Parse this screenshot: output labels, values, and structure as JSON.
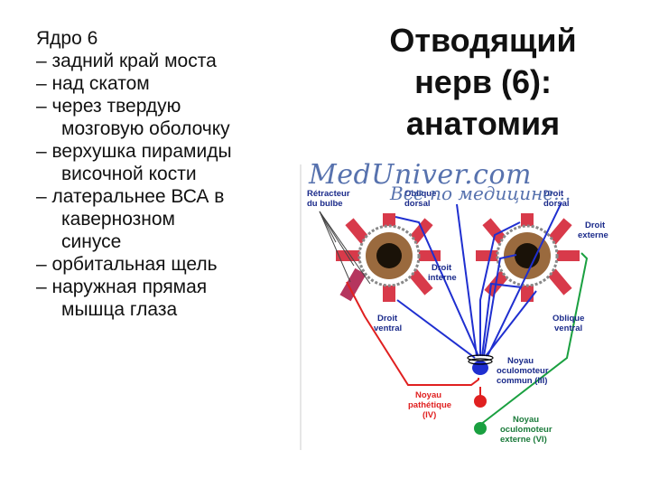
{
  "left_text": {
    "heading": "Ядро 6",
    "line1": "– задний край моста",
    "line2": "– над скатом",
    "line3a": "– через твердую",
    "line3b": "мозговую оболочку",
    "line4a": "– верхушка пирамиды",
    "line4b": "височной кости",
    "line5a": "– латеральнее ВСА в",
    "line5b": "кавернозном",
    "line5c": "синусе",
    "line6": "– орбитальная щель",
    "line7a": "– наружная прямая",
    "line7b": "мышца глаза"
  },
  "title": {
    "line1": "Отводящий",
    "line2": "нерв (6):",
    "line3": "анатомия"
  },
  "watermark": {
    "main": "MedUniver.com",
    "sub": "Все по медицине..."
  },
  "diagram": {
    "retractor_l1": "Rétracteur",
    "retractor_l2": "du bulbe",
    "oblique_dorsal_l1": "Oblique",
    "oblique_dorsal_l2": "dorsal",
    "droit_dorsal_l1": "Droit",
    "droit_dorsal_l2": "dorsal",
    "droit_externe_l1": "Droit",
    "droit_externe_l2": "externe",
    "droit_interne_l1": "Droit",
    "droit_interne_l2": "interne",
    "droit_ventral_l1": "Droit",
    "droit_ventral_l2": "ventral",
    "oblique_ventral_l1": "Oblique",
    "oblique_ventral_l2": "ventral",
    "noyau_iii_l1": "Noyau",
    "noyau_iii_l2": "oculomoteur",
    "noyau_iii_l3": "commun (III)",
    "noyau_iv_l1": "Noyau",
    "noyau_iv_l2": "pathétique",
    "noyau_iv_l3": "(IV)",
    "noyau_vi_l1": "Noyau",
    "noyau_vi_l2": "oculomoteur",
    "noyau_vi_l3": "externe (VI)"
  },
  "colors": {
    "nerve_iii": "#1f2fd0",
    "nerve_iv": "#e02020",
    "nerve_vi": "#1aa040",
    "muscle": "#d83a4a",
    "retractor": "#b5355e",
    "label_blue": "#1a2a8a",
    "label_red": "#e02020",
    "label_green": "#1a7a3a"
  }
}
